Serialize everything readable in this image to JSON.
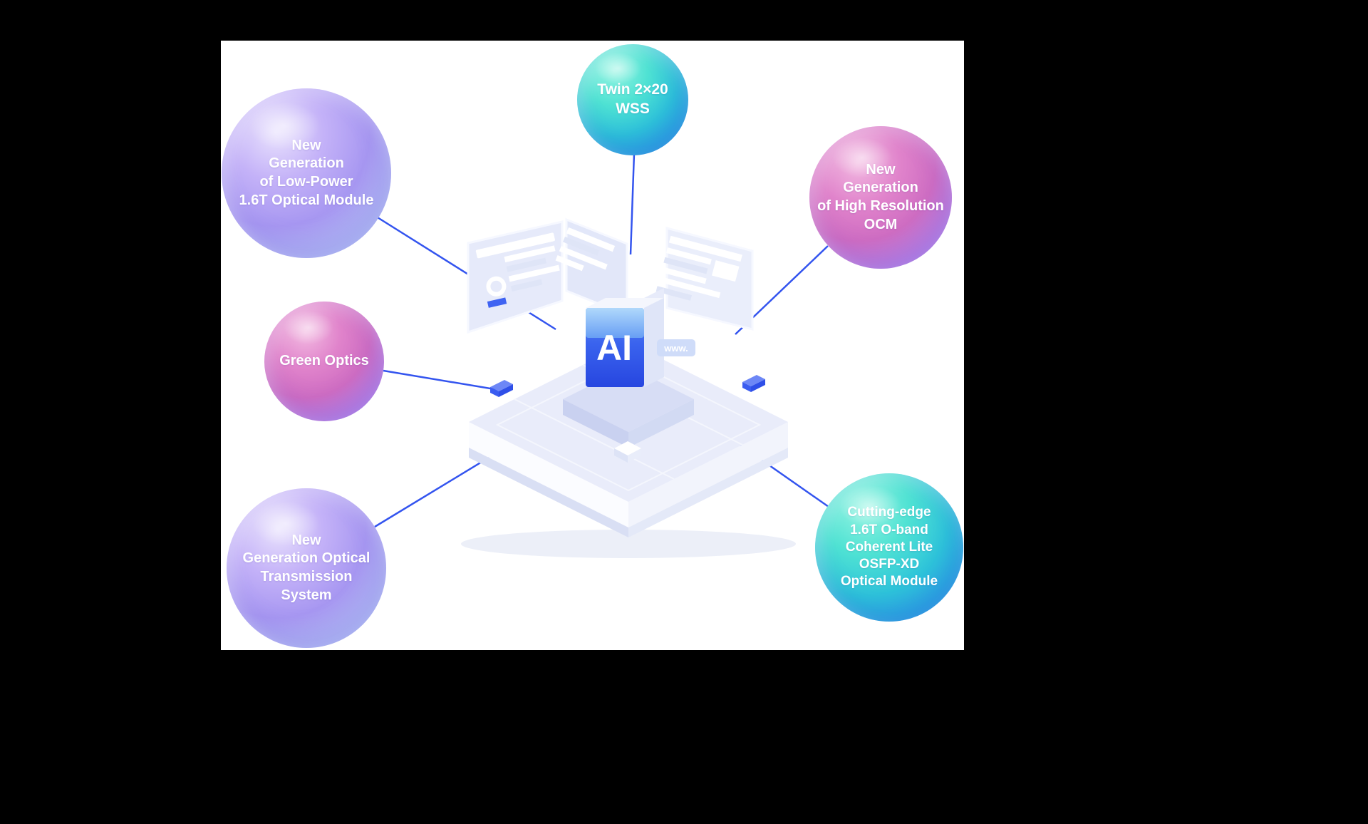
{
  "page": {
    "background": "#000000",
    "panel_background": "#ffffff"
  },
  "center": {
    "ai_label": "AI",
    "www_label": "www."
  },
  "bubbles": [
    {
      "id": "twin-2x20-wss",
      "style": "teal",
      "label": "Twin 2×20\nWSS"
    },
    {
      "id": "low-power-module",
      "style": "lavender",
      "label": "New\nGeneration\nof Low-Power\n1.6T Optical Module"
    },
    {
      "id": "high-resolution-ocm",
      "style": "pink",
      "label": "New\nGeneration\nof High Resolution\nOCM"
    },
    {
      "id": "green-optics",
      "style": "pink",
      "label": "Green Optics"
    },
    {
      "id": "optical-transmission-system",
      "style": "lavender",
      "label": "New\nGeneration Optical\nTransmission System"
    },
    {
      "id": "coherent-lite-module",
      "style": "teal",
      "label": "Cutting-edge\n1.6T O-band\nCoherent Lite\nOSFP-XD\nOptical Module"
    }
  ],
  "colors": {
    "connector": "#3354ef",
    "cube-blue": "#3a63ee",
    "sphere-lavender": "#b3a2f4",
    "sphere-pink": "#d973c6",
    "sphere-teal": "#35c8dd",
    "platform": "#e9ecfa"
  }
}
